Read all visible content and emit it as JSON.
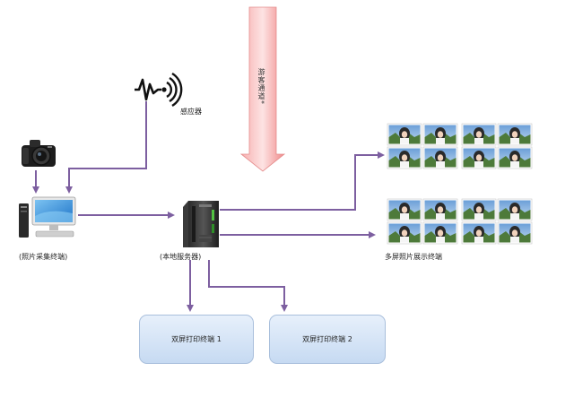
{
  "labels": {
    "sensor": "感应器",
    "capture_terminal": "(照片采集终端)",
    "local_server": "(本地服务器)",
    "display_terminal": "多屏照片展示终端",
    "print_terminal_1": "双屏打印终端 1",
    "print_terminal_2": "双屏打印终端 2",
    "banner_text": "游客通道*"
  },
  "colors": {
    "connector": "#7d5fa0",
    "banner_top": "#fbd4d4",
    "banner_bottom": "#f08a8a",
    "box_fill": "#cfe0f4",
    "box_border": "#a9bfdc"
  },
  "icons": [
    "camera-icon",
    "sensor-wave-icon",
    "computer-icon",
    "server-icon",
    "photo-grid-icon"
  ]
}
